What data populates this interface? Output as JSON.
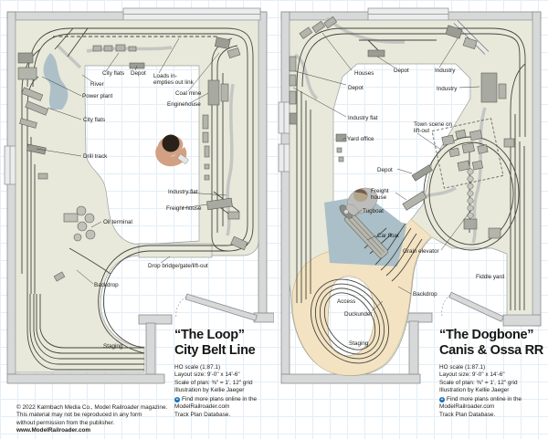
{
  "page": {
    "copyright": {
      "lines": [
        "© 2022 Kalmbach Media Co., Model Railroader magazine.",
        "This material may not be reproduced in any form",
        "without permission from the publisher."
      ],
      "url": "www.ModelRailroader.com"
    },
    "colors": {
      "benchwork": "#e8e9da",
      "walls": "#d7d8d8",
      "water": "#aabfc7",
      "staging_dogbone": "#f3e3c2",
      "grid": "#e3eef7",
      "note_icon": "#1a6fba"
    }
  },
  "plans": {
    "left": {
      "title_line1": "“The Loop”",
      "title_line2": "City Belt Line",
      "specs": [
        "HO scale (1:87.1)",
        "Layout size: 9'-0\" x 14'-6\"",
        "Scale of plan: ⅜\" = 1', 12\" grid",
        "Illustration by Kellie Jaeger"
      ],
      "note": [
        "Find more plans online in the",
        "ModelRailroader.com",
        "Track Plan Database."
      ],
      "labels": {
        "city_flats_top": "City flats",
        "depot_top": "Depot",
        "loads_link": "Loads in-empties out link",
        "river": "River",
        "power_plant": "Power plant",
        "coal_mine": "Coal mine",
        "enginehouse": "Enginehouse",
        "city_flats_left": "City flats",
        "drill_track": "Drill track",
        "industry_flat": "Industry flat",
        "freight_house": "Freight house",
        "oil_terminal": "Oil terminal",
        "drop_bridge": "Drop bridge/gate/lift-out",
        "backdrop": "Backdrop",
        "staging": "Staging"
      }
    },
    "right": {
      "title_line1": "“The Dogbone”",
      "title_line2": "Canis & Ossa RR",
      "specs": [
        "HO scale (1:87.1)",
        "Layout size: 9'-0\" x 14'-6\"",
        "Scale of plan: ⅜\" = 1', 12\" grid",
        "Illustration by Kellie Jaeger"
      ],
      "note": [
        "Find more plans online in the",
        "ModelRailroader.com",
        "Track Plan Database."
      ],
      "labels": {
        "houses": "Houses",
        "depot_left": "Depot",
        "depot_top": "Depot",
        "industry_top": "Industry",
        "industry_right": "Industry",
        "industry_flat": "Industry flat",
        "yard_office": "Yard office",
        "town_scene": "Town scene on lift-out",
        "depot_mid": "Depot",
        "freight_house": "Freight house",
        "tugboat": "Tugboat",
        "car_float": "Car float",
        "grain_elevator": "Grain elevator",
        "fiddle_yard": "Fiddle yard",
        "backdrop": "Backdrop",
        "access": "Access",
        "duckunder": "Duckunder",
        "staging": "Staging"
      }
    }
  }
}
